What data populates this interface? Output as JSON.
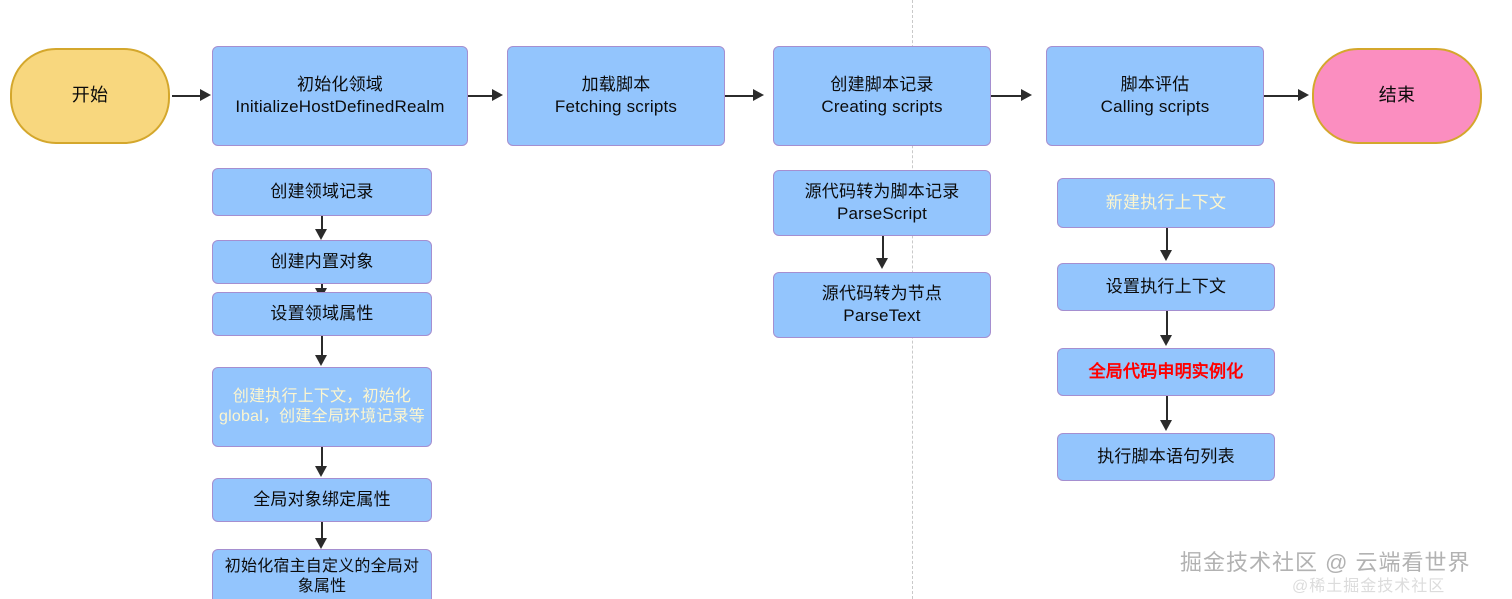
{
  "diagram": {
    "title": "JavaScript script execution flow",
    "colors": {
      "process_fill": "#93c5fd",
      "process_border": "#a58fd0",
      "start_fill": "#f8d77e",
      "start_border": "#d4a72c",
      "end_fill": "#fb8ec0",
      "end_border": "#d4a72c",
      "connector": "#2b2b2b",
      "divider": "#c9c9c9",
      "pale_text": "#fdf6cf",
      "red_text": "#ff0000"
    },
    "nodes": {
      "start": {
        "label": "开始"
      },
      "init_realm": {
        "line1": "初始化领域",
        "line2": "InitializeHostDefinedRealm"
      },
      "fetch_scripts": {
        "line1": "加载脚本",
        "line2": "Fetching scripts"
      },
      "create_scripts": {
        "line1": "创建脚本记录",
        "line2": "Creating scripts"
      },
      "calling_scripts": {
        "line1": "脚本评估",
        "line2": "Calling scripts"
      },
      "end": {
        "label": "结束"
      },
      "create_realm_record": {
        "label": "创建领域记录"
      },
      "create_intrinsics": {
        "label": "创建内置对象"
      },
      "set_realm_global": {
        "label": "设置领域属性"
      },
      "create_exec_context": {
        "label": "创建执行上下文，初始化global，创建全局环境记录等"
      },
      "global_object_bind": {
        "label": "全局对象绑定属性"
      },
      "host_defined_global": {
        "label": "初始化宿主自定义的全局对象属性"
      },
      "parse_script": {
        "line1": "源代码转为脚本记录",
        "line2": "ParseScript"
      },
      "parse_text": {
        "line1": "源代码转为节点",
        "line2": "ParseText"
      },
      "new_exec_context": {
        "label": "新建执行上下文"
      },
      "set_exec_context": {
        "label": "设置执行上下文"
      },
      "global_decl_inst": {
        "label": "全局代码申明实例化"
      },
      "run_statement_list": {
        "label": "执行脚本语句列表"
      }
    },
    "watermark": {
      "main": "掘金技术社区 @ 云端看世界",
      "sub": "@稀土掘金技术社区"
    }
  }
}
